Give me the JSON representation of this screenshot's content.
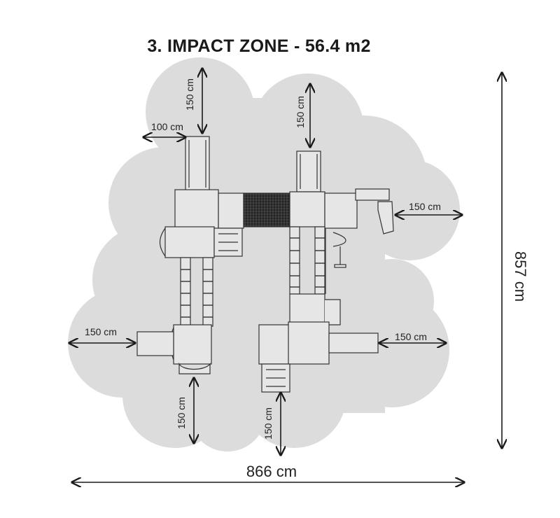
{
  "title": "3. IMPACT ZONE - 56.4 m2",
  "dimensions": {
    "total_width": "866 cm",
    "total_height": "857 cm",
    "top_left_vertical": "150 cm",
    "top_left_horizontal": "100 cm",
    "top_center_vertical": "150 cm",
    "right_upper": "150 cm",
    "left_lower": "150 cm",
    "right_lower": "150 cm",
    "bottom_left_vertical": "150 cm",
    "bottom_center_vertical": "150 cm"
  },
  "colors": {
    "zone_fill": "#dcdcdc",
    "equipment_fill": "#e6e6e6",
    "equipment_stroke": "#333333",
    "arrow": "#1a1a1a"
  }
}
